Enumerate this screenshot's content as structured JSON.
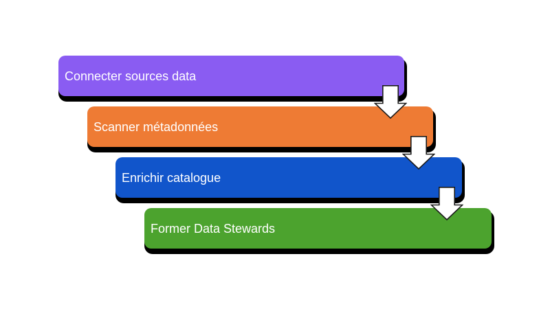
{
  "diagram": {
    "type": "cascading-process-steps",
    "background_color": "#ffffff",
    "shadow_color": "#000000",
    "text_color": "#ffffff",
    "steps": [
      {
        "label": "Connecter sources data",
        "color": "#8a5cf2"
      },
      {
        "label": "Scanner métadonnées",
        "color": "#ee7b34"
      },
      {
        "label": "Enrichir catalogue",
        "color": "#1155cb"
      },
      {
        "label": "Former Data Stewards",
        "color": "#4ca32e"
      }
    ],
    "arrow": {
      "name": "down-arrow",
      "fill": "#ffffff",
      "outline": "#1a1a1a"
    }
  }
}
